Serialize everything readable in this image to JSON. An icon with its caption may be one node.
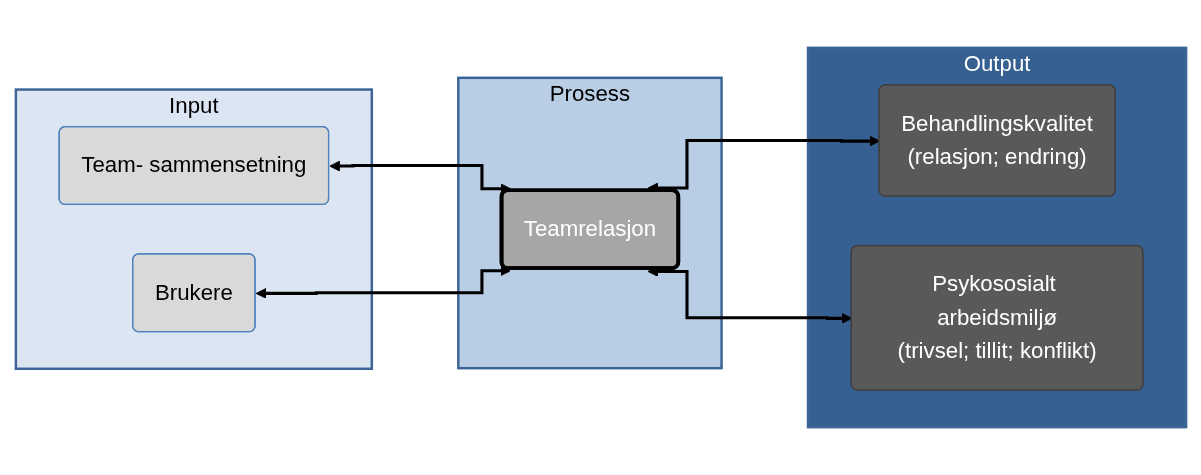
{
  "diagram": {
    "nodes": [
      {
        "text": [
          "Input"
        ]
      },
      {
        "text": [
          "Team- sammensetning"
        ],
        "in": 0
      },
      {
        "text": [
          "Brukere"
        ],
        "in": 0
      },
      {
        "text": [
          "Prosess"
        ]
      },
      {
        "text": [
          "Teamrelasjon"
        ],
        "in": 3
      },
      {
        "text": [
          "Output"
        ]
      },
      {
        "text": [
          "Behandlingskvalitet",
          "(relasjon; endring)"
        ],
        "in": 5
      },
      {
        "text": [
          "Psykososialt arbeidsmiljø",
          "(trivsel; tillit; konflikt)"
        ],
        "in": 5
      }
    ],
    "edges": [
      {
        "from": 1,
        "to": 4,
        "arrow": "both"
      },
      {
        "from": 2,
        "to": 4,
        "arrow": "both"
      },
      {
        "from": 4,
        "to": 6,
        "arrow": "both"
      },
      {
        "from": 4,
        "to": 7,
        "arrow": "both"
      }
    ]
  }
}
